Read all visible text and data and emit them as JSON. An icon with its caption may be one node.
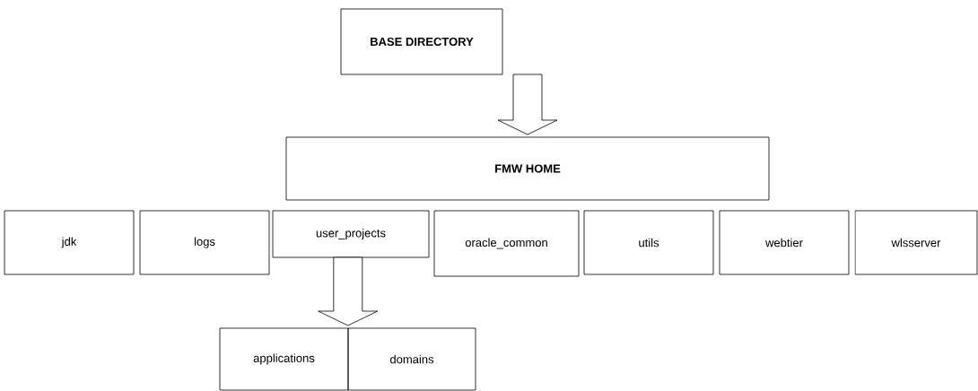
{
  "diagram": {
    "nodes": [
      {
        "text": [
          "BASE DIRECTORY"
        ]
      },
      {
        "text": [
          "FMW HOME"
        ]
      },
      {
        "text": [
          "jdk"
        ]
      },
      {
        "text": [
          "logs"
        ]
      },
      {
        "text": [
          "user_projects"
        ]
      },
      {
        "text": [
          "oracle_common"
        ]
      },
      {
        "text": [
          "utils"
        ]
      },
      {
        "text": [
          "webtier"
        ]
      },
      {
        "text": [
          "wlsserver"
        ]
      },
      {
        "text": [
          "applications"
        ]
      },
      {
        "text": [
          "domains"
        ]
      }
    ],
    "edges": [
      {
        "from": 0,
        "to": 1,
        "arrow": "to"
      },
      {
        "from": 4,
        "to": 9,
        "arrow": "to"
      },
      {
        "from": 4,
        "to": 10,
        "arrow": "to"
      }
    ]
  }
}
